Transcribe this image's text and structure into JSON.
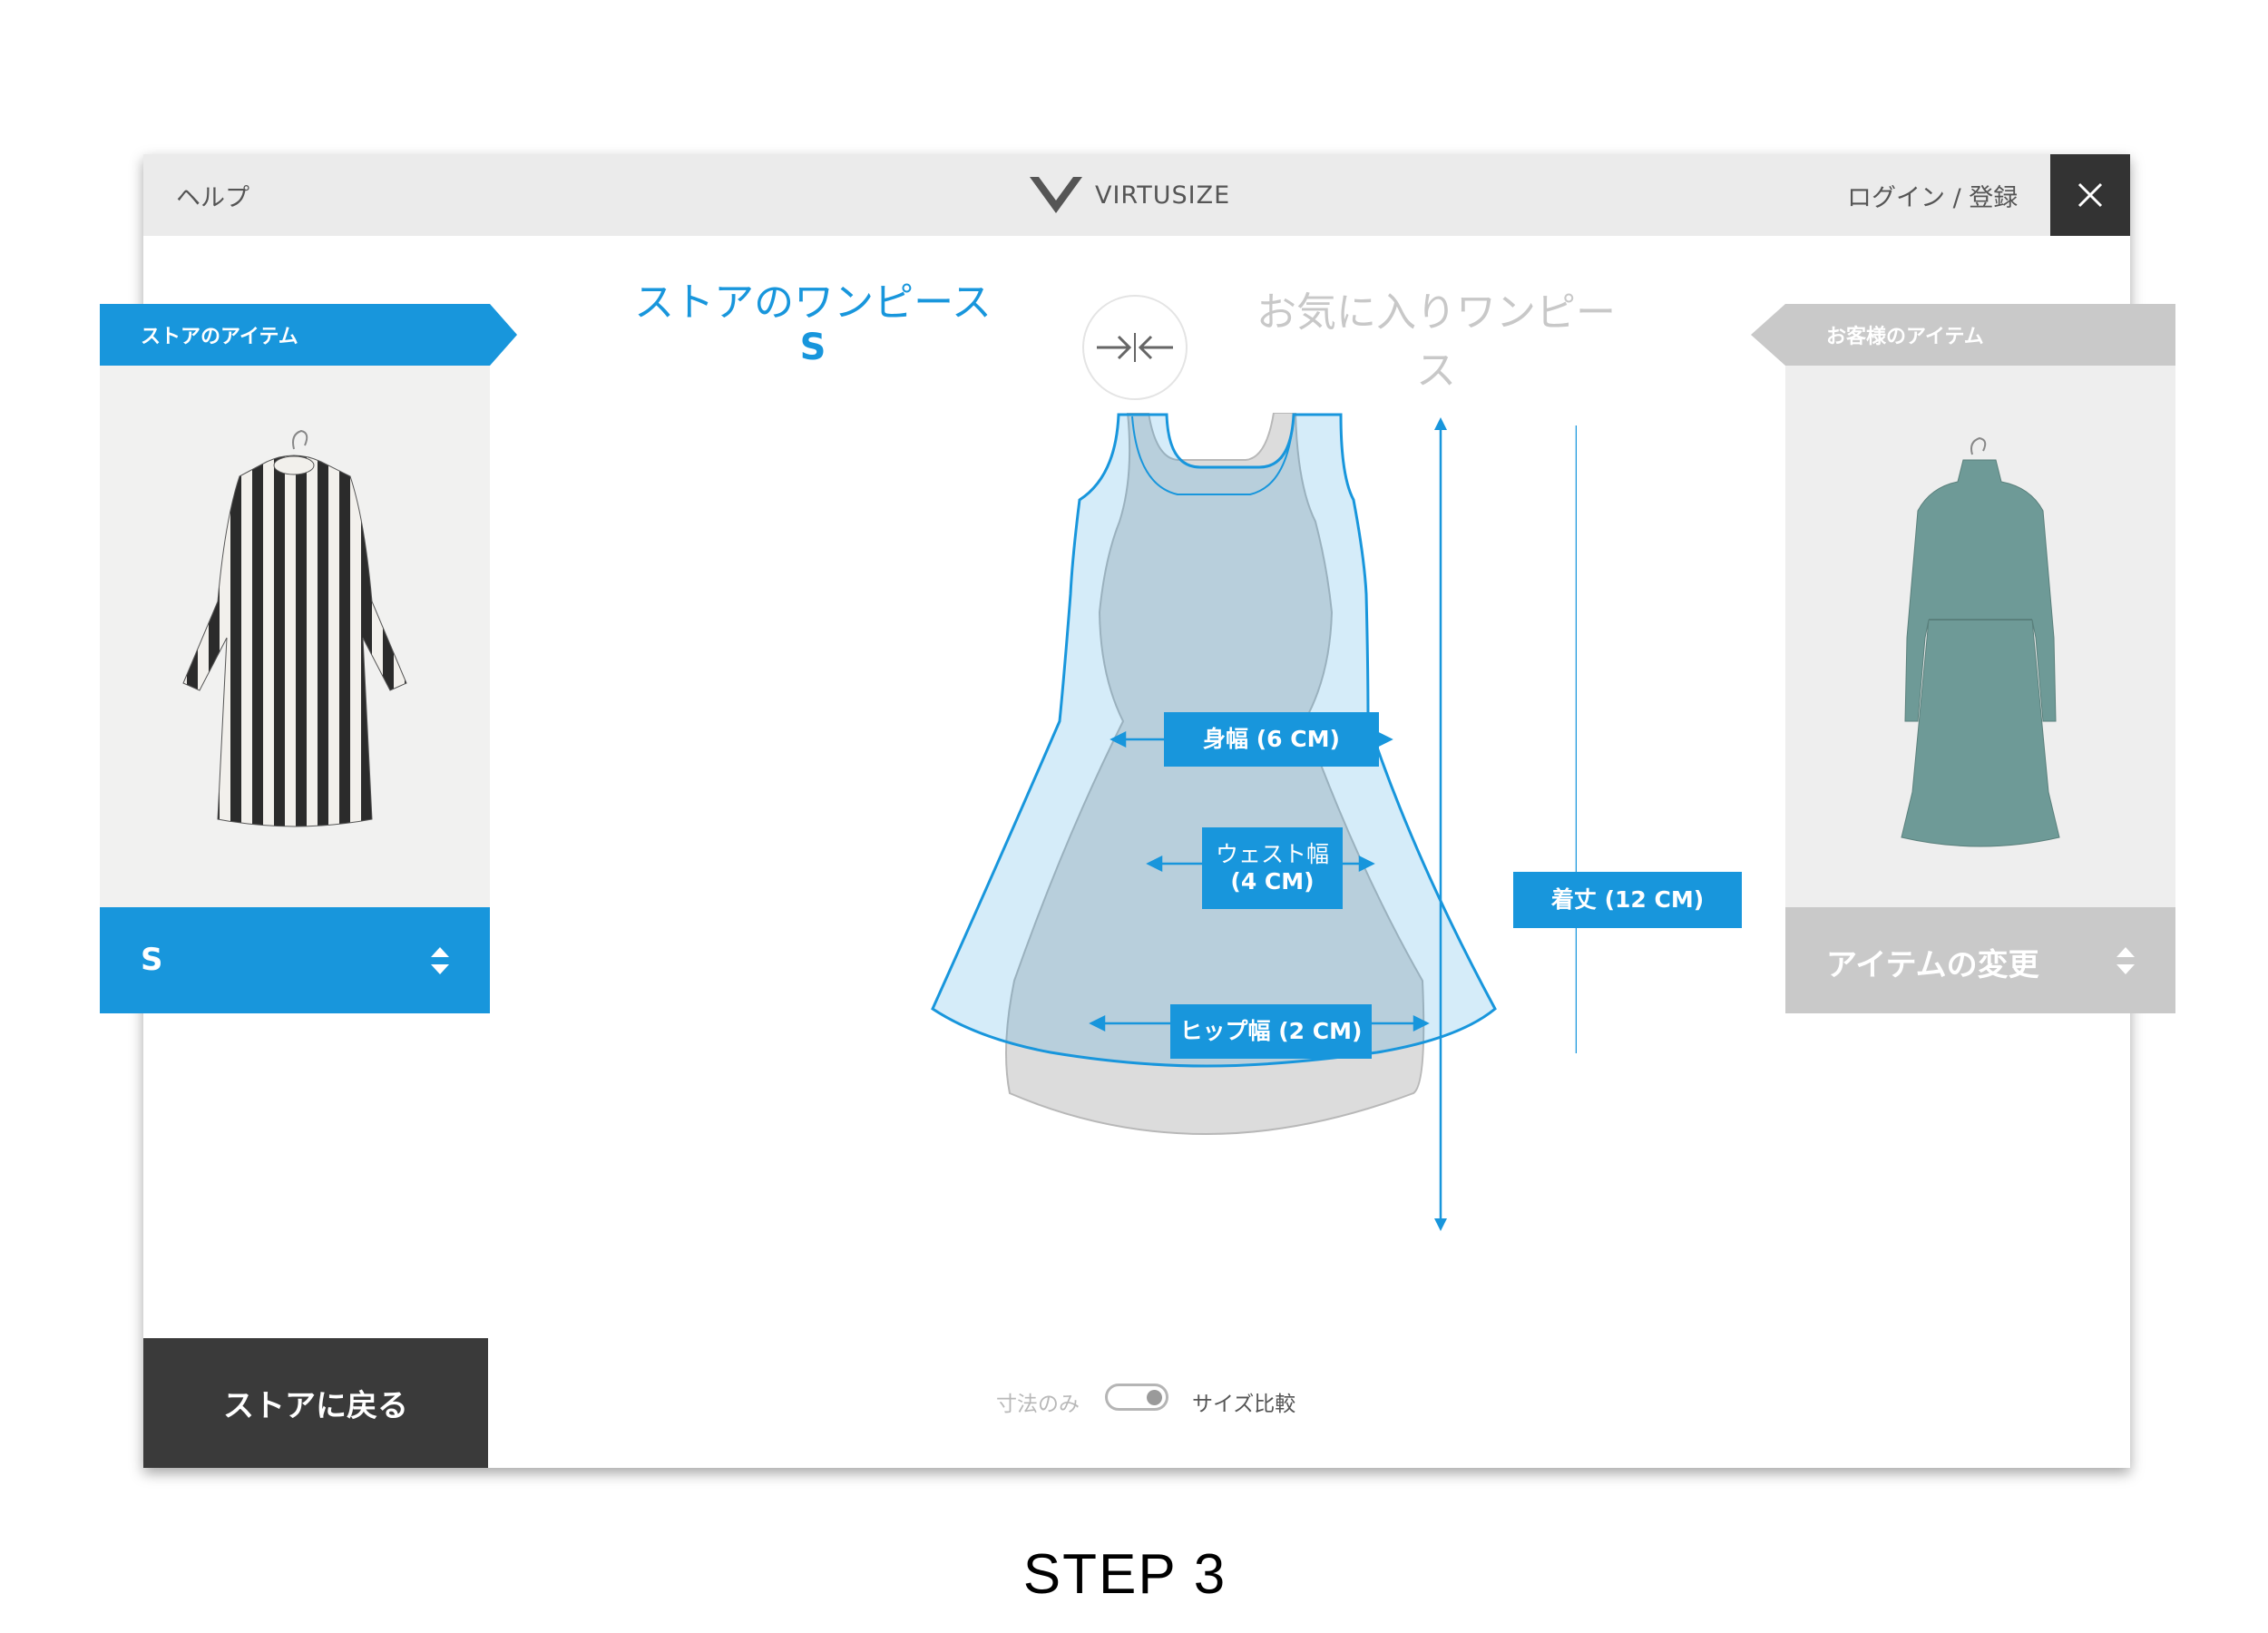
{
  "header": {
    "help_label": "ヘルプ",
    "brand_name": "VIRTUSIZE",
    "login_label": "ログイン / 登録"
  },
  "comparison": {
    "store_heading": "ストアのワンピース",
    "store_size": "S",
    "favorite_heading": "お気に入りワンピース"
  },
  "store_panel": {
    "tab_label": "ストアのアイテム",
    "size_value": "S"
  },
  "user_panel": {
    "tab_label": "お客様のアイテム",
    "change_label": "アイテムの変更"
  },
  "measurements": {
    "bust": "身幅 (6 CM)",
    "waist_line1": "ウェスト幅",
    "waist_line2": "(4 CM)",
    "hip": "ヒップ幅 (2 CM)",
    "length": "着丈 (12 CM)"
  },
  "view_toggle": {
    "left_label": "寸法のみ",
    "right_label": "サイズ比較",
    "selected": "サイズ比較"
  },
  "footer": {
    "back_label": "ストアに戻る"
  },
  "step_label": "STEP 3",
  "colors": {
    "accent_blue": "#1896dc",
    "dark": "#333333",
    "topbar": "#ebebeb",
    "panel_grey": "#c9c9c9",
    "heading_grey": "#c8c8c8",
    "dress_fill": "#c4dbe8",
    "dress_outline_grey": "#dcdcdc"
  }
}
